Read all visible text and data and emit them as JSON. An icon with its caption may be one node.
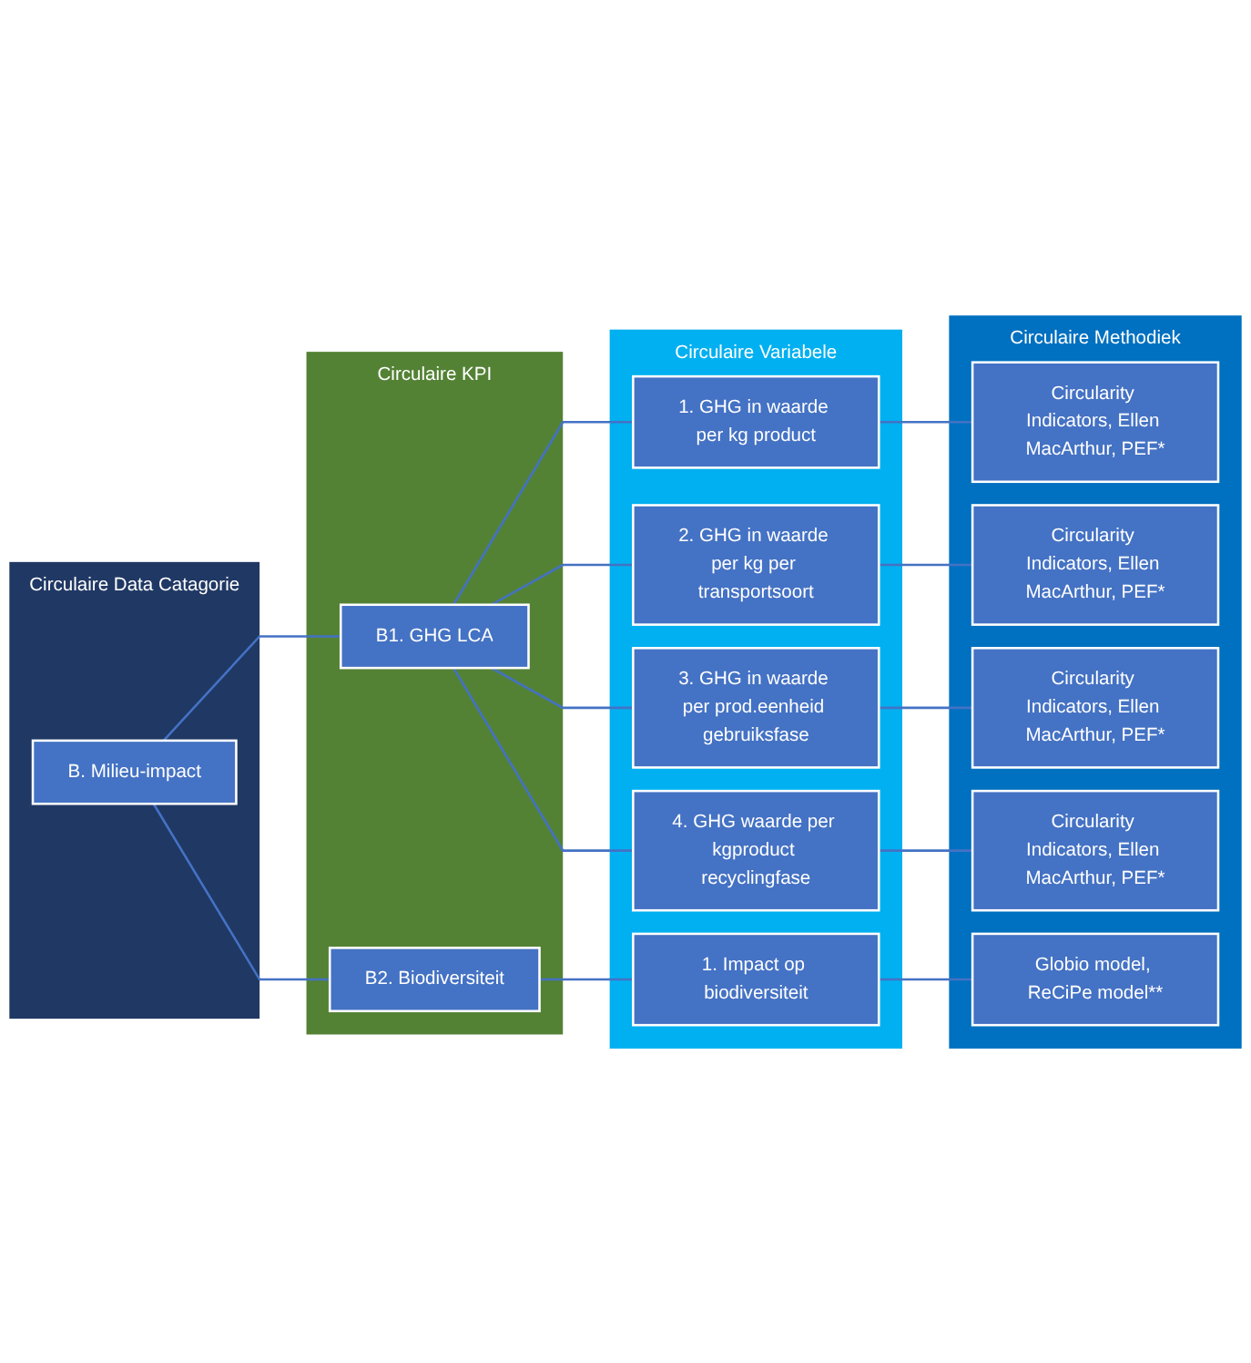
{
  "diagram": {
    "nodes": [
      {
        "text": [
          "Circulaire Data Catagorie"
        ]
      },
      {
        "text": [
          "Circulaire KPI"
        ]
      },
      {
        "text": [
          "Circulaire Variabele"
        ]
      },
      {
        "text": [
          "Circulaire Methodiek"
        ]
      },
      {
        "text": [
          "B. Milieu-impact"
        ],
        "in": 0
      },
      {
        "text": [
          "B1. GHG LCA"
        ],
        "in": 1
      },
      {
        "text": [
          "B2. Biodiversiteit"
        ],
        "in": 1
      },
      {
        "text": [
          "1. GHG in waarde per kg product"
        ],
        "in": 2
      },
      {
        "text": [
          "2. GHG in waarde per kg per transportsoort"
        ],
        "in": 2
      },
      {
        "text": [
          "3. GHG in waarde per prod.eenheid gebruiksfase"
        ],
        "in": 2
      },
      {
        "text": [
          "4. GHG waarde per kgproduct recyclingfase"
        ],
        "in": 2
      },
      {
        "text": [
          "1. Impact op biodiversiteit"
        ],
        "in": 2
      },
      {
        "text": [
          "Circularity Indicators, Ellen MacArthur, PEF*"
        ],
        "in": 3
      },
      {
        "text": [
          "Circularity Indicators, Ellen MacArthur, PEF*"
        ],
        "in": 3
      },
      {
        "text": [
          "Circularity Indicators, Ellen MacArthur, PEF*"
        ],
        "in": 3
      },
      {
        "text": [
          "Circularity Indicators, Ellen MacArthur, PEF*"
        ],
        "in": 3
      },
      {
        "text": [
          "Globio model, ReCiPe model**"
        ],
        "in": 3
      }
    ],
    "edges": [
      {
        "from": 4,
        "to": 5,
        "arrow": "none"
      },
      {
        "from": 4,
        "to": 6,
        "arrow": "none"
      },
      {
        "from": 5,
        "to": 7,
        "arrow": "none"
      },
      {
        "from": 5,
        "to": 8,
        "arrow": "none"
      },
      {
        "from": 5,
        "to": 9,
        "arrow": "none"
      },
      {
        "from": 5,
        "to": 10,
        "arrow": "none"
      },
      {
        "from": 6,
        "to": 11,
        "arrow": "none"
      },
      {
        "from": 7,
        "to": 12,
        "arrow": "none"
      },
      {
        "from": 8,
        "to": 13,
        "arrow": "none"
      },
      {
        "from": 9,
        "to": 14,
        "arrow": "none"
      },
      {
        "from": 10,
        "to": 15,
        "arrow": "none"
      },
      {
        "from": 11,
        "to": 16,
        "arrow": "none"
      }
    ]
  }
}
